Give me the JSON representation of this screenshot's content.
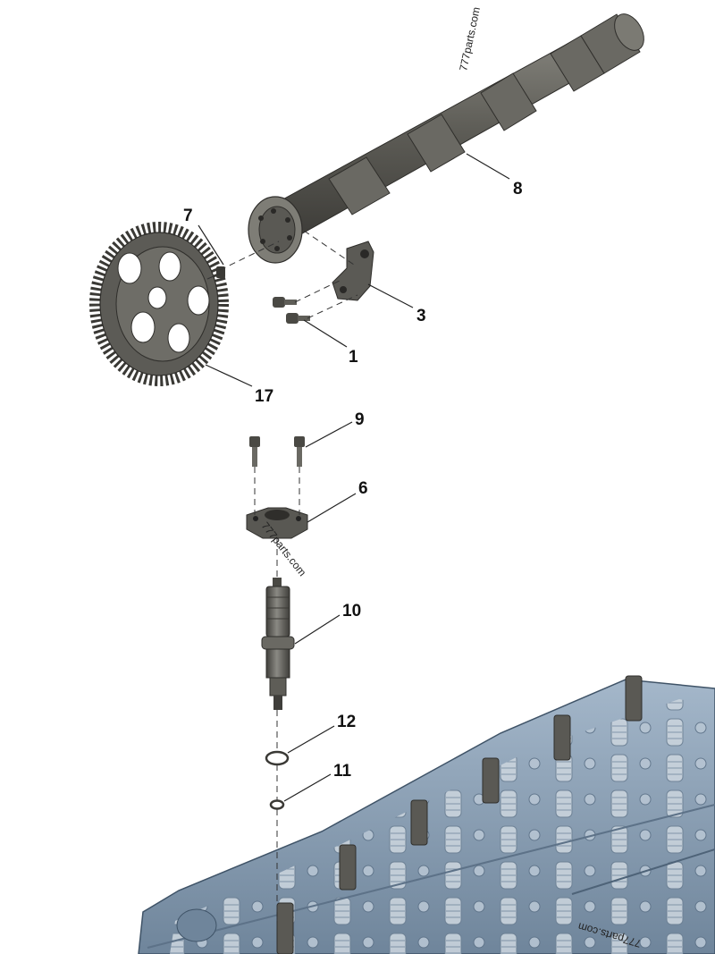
{
  "watermark": "777parts.com",
  "callouts": [
    "8",
    "7",
    "3",
    "1",
    "17",
    "9",
    "6",
    "10",
    "12",
    "11"
  ],
  "colors": {
    "part_dark": "#4f4e49",
    "part_mid": "#6b6a64",
    "part_light": "#8c8b84",
    "head_blue": "#8fa6bd",
    "head_dark": "#5d7288",
    "spring_light": "#c9d3dc"
  }
}
